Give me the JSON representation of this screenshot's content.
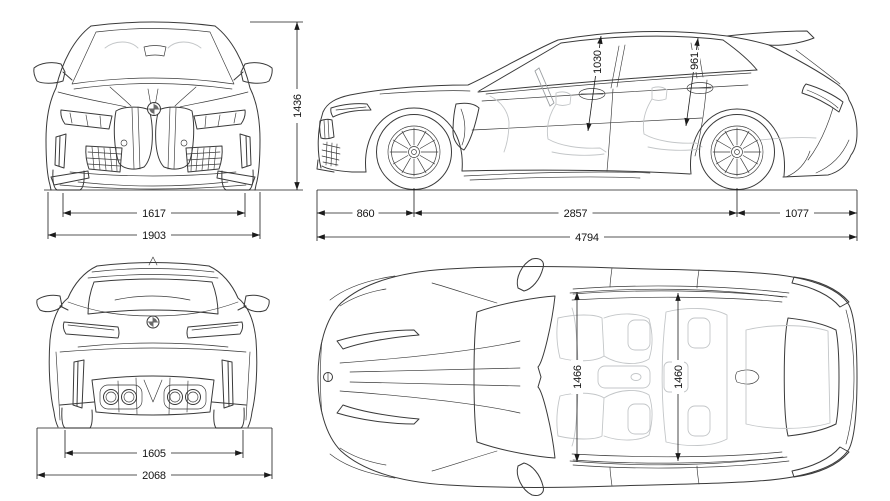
{
  "diagram": {
    "description": "car dimension blueprint, four orthographic views",
    "colors": {
      "background": "#ffffff",
      "outline": "#3a3a3a",
      "interior_lines": "#c3c6c8",
      "dimension_lines": "#1b1b1b"
    },
    "views": {
      "front": {
        "dims": {
          "track": "1617",
          "width": "1903",
          "height": "1436"
        }
      },
      "side": {
        "dims": {
          "front_overhang": "860",
          "wheelbase": "2857",
          "rear_overhang": "1077",
          "length": "4794",
          "front_interior_height": "1030",
          "rear_interior_height": "961"
        }
      },
      "rear": {
        "dims": {
          "track": "1605",
          "width_mirrors": "2068"
        }
      },
      "top": {
        "dims": {
          "front_interior_width": "1466",
          "rear_interior_width": "1460"
        }
      }
    }
  }
}
